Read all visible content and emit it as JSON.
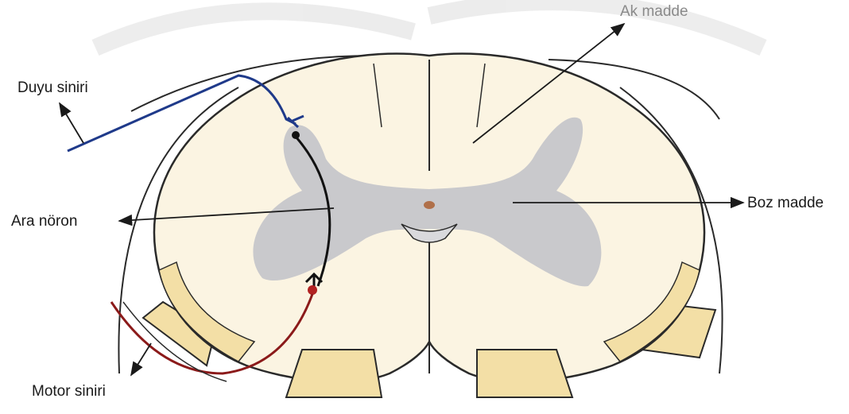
{
  "labels": {
    "ak_madde": "Ak madde",
    "duyu_siniri": "Duyu siniri",
    "ara_noron": "Ara nöron",
    "boz_madde": "Boz madde",
    "motor_siniri": "Motor siniri"
  },
  "colors": {
    "white_matter": "#fbf4e2",
    "grey_matter": "#c9c9cc",
    "root_fill": "#f3dfa6",
    "sensory": "#1f3a8a",
    "motor": "#8b1a1a",
    "interneuron": "#111111",
    "outline": "#2a2a2a"
  }
}
